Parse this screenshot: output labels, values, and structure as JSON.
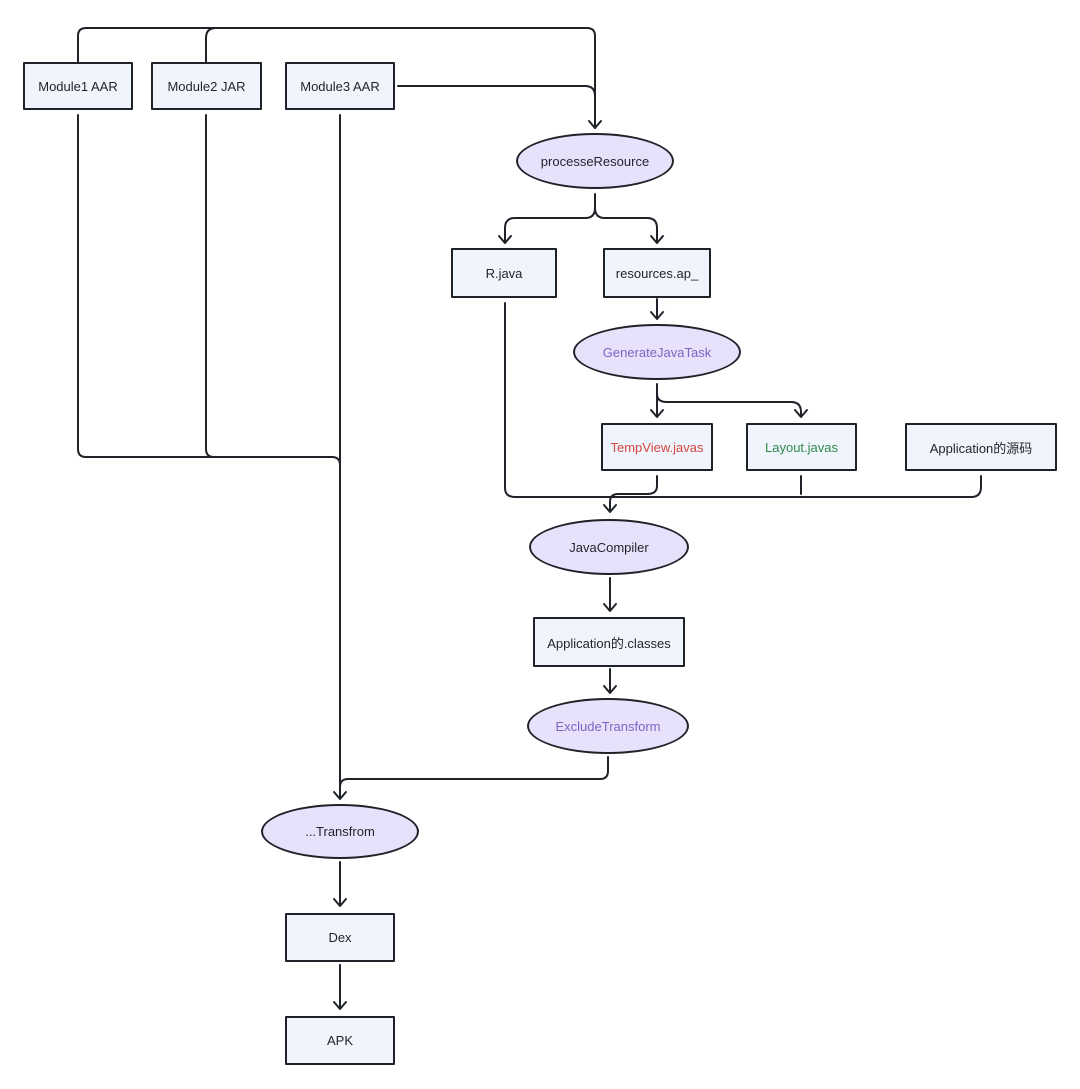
{
  "colors": {
    "stroke": "#1f2329",
    "rect_fill": "#eff4fd",
    "ellipse_fill": "#e8e1fb",
    "text_default": "#1f2329",
    "text_purple": "#7e64c4",
    "text_red": "#d5473c",
    "text_green": "#2f8a4a"
  },
  "nodes": {
    "module1": "Module1 AAR",
    "module2": "Module2 JAR",
    "module3": "Module3 AAR",
    "process_resource": "processeResource",
    "r_java": "R.java",
    "resources_ap": "resources.ap_",
    "generate_java_task": "GenerateJavaTask",
    "tempview_javas": "TempView.javas",
    "layout_javas": "Layout.javas",
    "app_source": "Application的源码",
    "java_compiler": "JavaCompiler",
    "app_classes": "Application的.classes",
    "exclude_transform": "ExcludeTransform",
    "transfrom": "...Transfrom",
    "dex": "Dex",
    "apk": "APK"
  }
}
